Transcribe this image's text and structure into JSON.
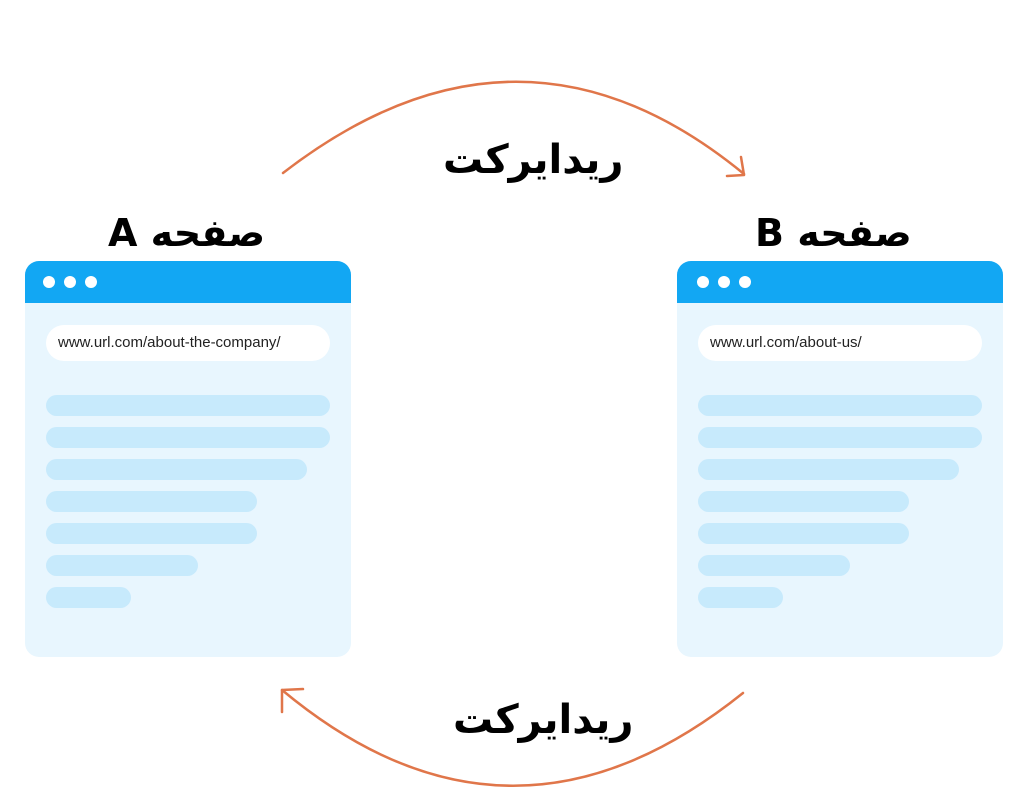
{
  "diagram": {
    "type": "redirect-loop",
    "colors": {
      "arrow": "#e0764a",
      "browser_bar": "#12a7f3",
      "browser_body": "#e8f6fe",
      "content_line": "#c7eafc",
      "url_bar": "#ffffff",
      "text": "#000000"
    },
    "top_arrow": {
      "label": "ریدایرکت",
      "direction": "A-to-B"
    },
    "bottom_arrow": {
      "label": "ریدایرکت",
      "direction": "B-to-A"
    },
    "pages": [
      {
        "id": "A",
        "title": "صفحه A",
        "url": "www.url.com/about-the-company/",
        "content_line_widths": [
          284,
          284,
          261,
          211,
          211,
          152,
          85
        ]
      },
      {
        "id": "B",
        "title": "صفحه B",
        "url": "www.url.com/about-us/",
        "content_line_widths": [
          284,
          284,
          261,
          211,
          211,
          152,
          85
        ]
      }
    ]
  }
}
